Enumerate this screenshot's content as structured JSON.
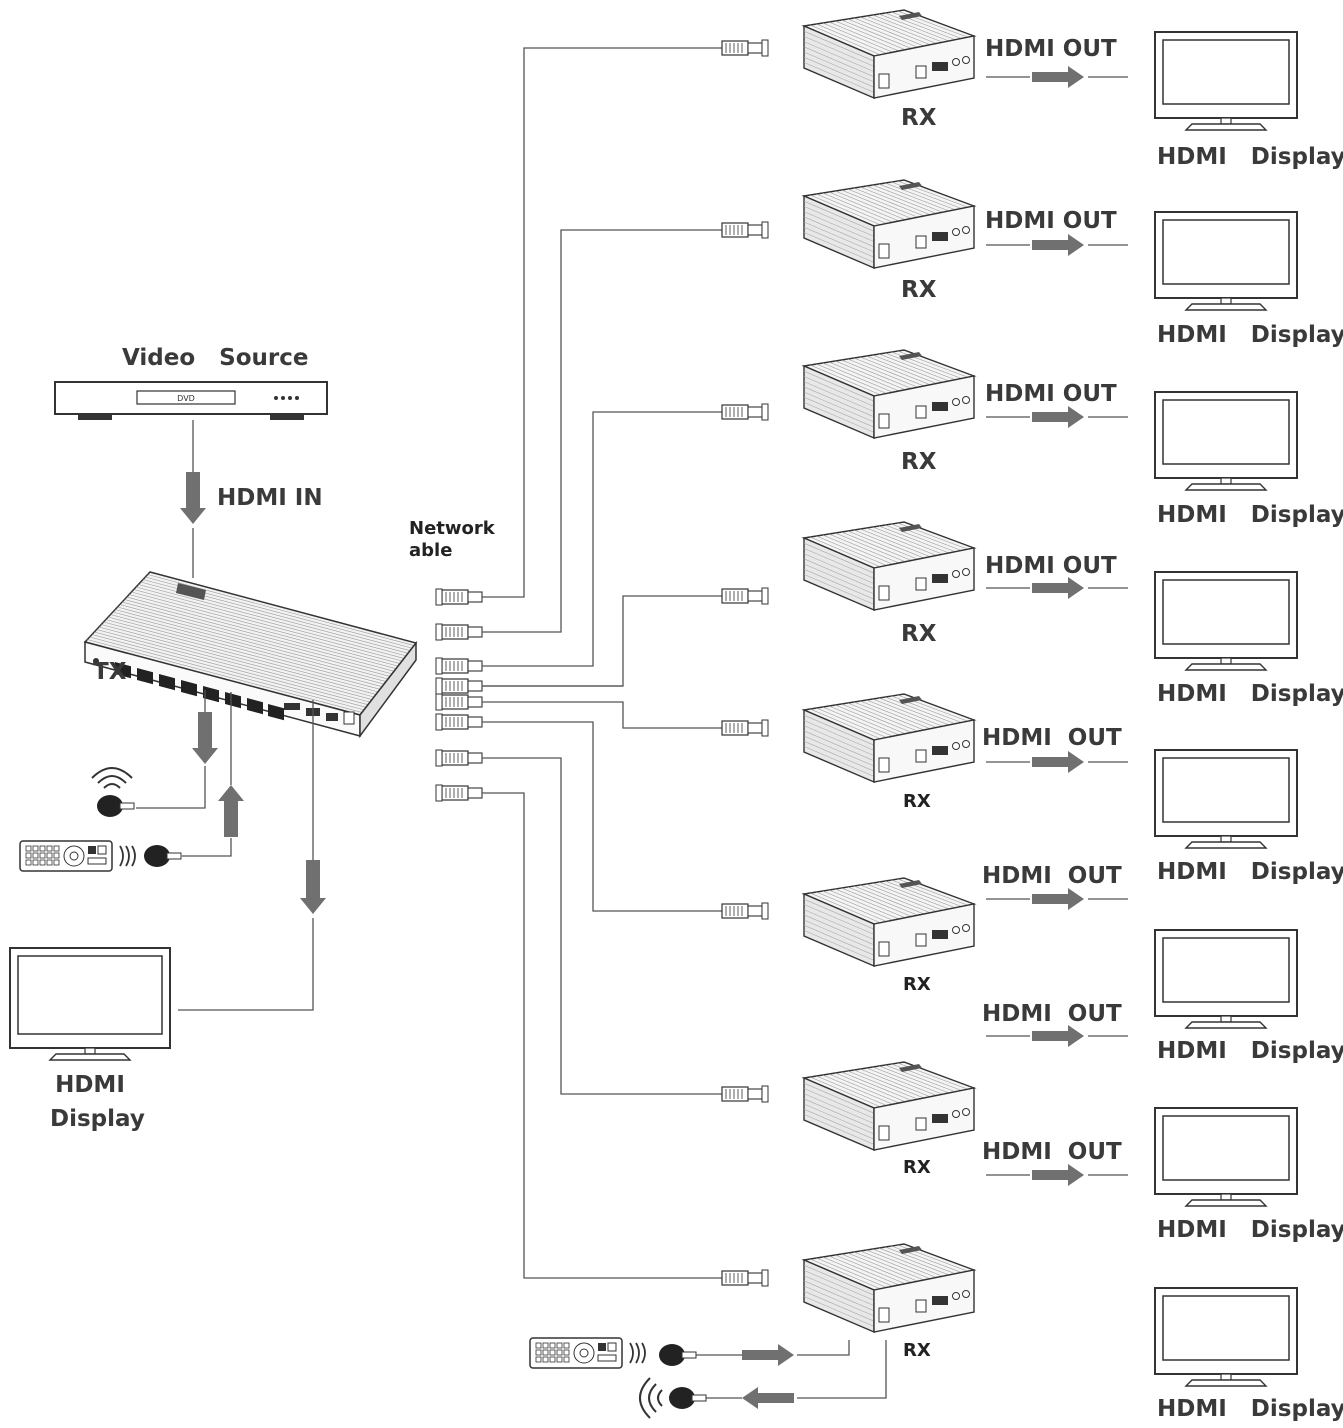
{
  "labels": {
    "video_source": "Video   Source",
    "dvd": "DVD",
    "hdmi_in": "HDMI IN",
    "tx": "TX",
    "network_cable": "Network\nable",
    "local_display": "HDMI\nDisplay",
    "rx": "RX",
    "hdmi_out": "HDMI OUT",
    "hdmi_display": "HDMI   Display"
  },
  "receivers": [
    {
      "rx": "RX",
      "out": "HDMI OUT",
      "display": "HDMI   Display"
    },
    {
      "rx": "RX",
      "out": "HDMI OUT",
      "display": "HDMI   Display"
    },
    {
      "rx": "RX",
      "out": "HDMI OUT",
      "display": "HDMI   Display"
    },
    {
      "rx": "RX",
      "out": "HDMI OUT",
      "display": "HDMI   Display"
    },
    {
      "rx": "RX",
      "out": "HDMI  OUT",
      "display": "HDMI   Display"
    },
    {
      "rx": "RX",
      "out": "HDMI  OUT",
      "display": "HDMI   Display"
    },
    {
      "rx": "RX",
      "out": "HDMI  OUT",
      "display": "HDMI   Display"
    },
    {
      "rx": "RX",
      "out": "HDMI  OUT",
      "display": "HDMI   Display"
    },
    {
      "rx": "RX",
      "out": "",
      "display": "HDMI   Display"
    }
  ],
  "colors": {
    "line": "#555555",
    "arrow": "#707070",
    "device_body": "#f2f2f2",
    "device_stroke": "#333333",
    "label": "#3a3a3a"
  },
  "icons": [
    "dvd-player-icon",
    "tx-splitter-icon",
    "rx-receiver-icon",
    "tv-display-icon",
    "ir-remote-icon",
    "ir-sensor-icon",
    "rj45-connector-icon",
    "arrow-icon"
  ]
}
